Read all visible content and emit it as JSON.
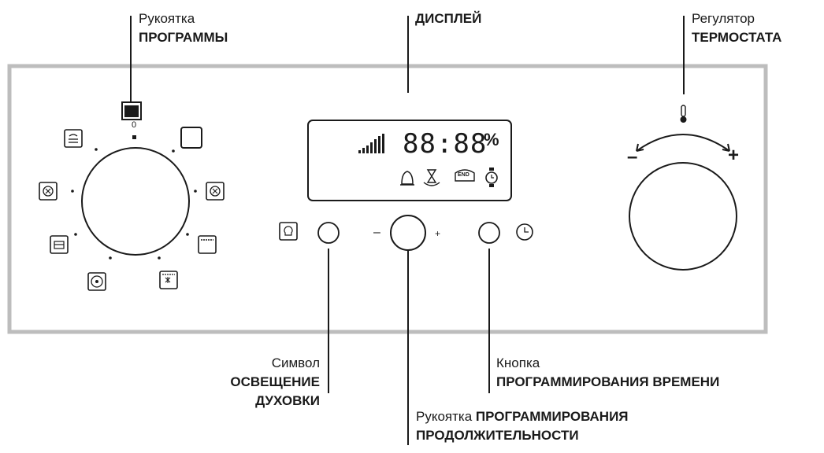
{
  "labels": {
    "program_knob": {
      "line1": "Рукоятка",
      "line2": "ПРОГРАММЫ"
    },
    "display": {
      "text": "ДИСПЛЕЙ"
    },
    "thermostat": {
      "line1": "Регулятор",
      "line2": "ТЕРМОСТАТА"
    },
    "oven_light": {
      "line1": "Символ",
      "line2": "ОСВЕЩЕНИЕ",
      "line3": "ДУХОВКИ"
    },
    "time_button": {
      "line1": "Кнопка",
      "line2": "ПРОГРАММИРОВАНИЯ ВРЕМЕНИ"
    },
    "duration_knob": {
      "prefix": "Рукоятка ",
      "bold1": "ПРОГРАММИРОВАНИЯ",
      "line2": "ПРОДОЛЖИТЕЛЬНОСТИ"
    }
  },
  "display": {
    "time": "88:88",
    "percent": "%",
    "icons": [
      "signal-bars-icon",
      "bell-icon",
      "hourglass-icon",
      "end-icon",
      "watch-icon"
    ],
    "end_label": "END"
  },
  "program_dial": {
    "zero_mark": "0",
    "icons": [
      "top-heat-icon",
      "grill-fan-icon",
      "bottom-heat-icon",
      "fan-icon",
      "off-square-icon",
      "convection-icon",
      "top-bottom-heat-icon",
      "defrost-icon"
    ]
  },
  "duration_knob": {
    "minus": "–",
    "plus": "+"
  },
  "thermostat_knob": {
    "minus": "–",
    "plus": "+"
  },
  "colors": {
    "panel_border": "#bdbdbd",
    "line": "#1a1a1a"
  }
}
